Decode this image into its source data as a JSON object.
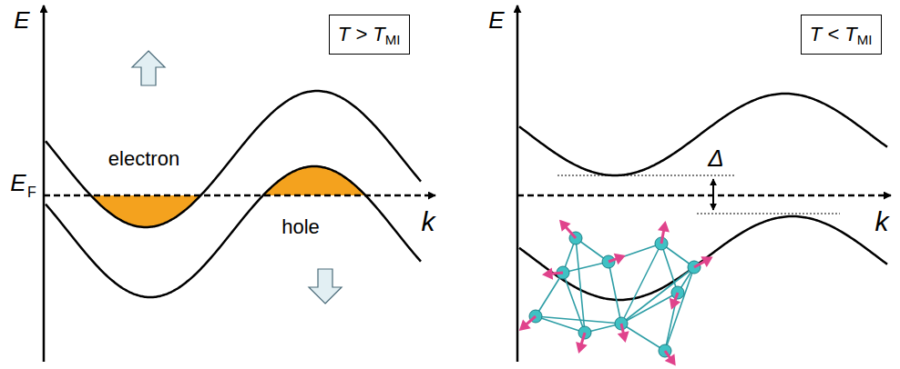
{
  "diagram": {
    "nodes": [
      {
        "text": [
          "T > T",
          "MI"
        ]
      },
      {
        "text": [
          "T < T",
          "MI"
        ]
      }
    ],
    "labels": [
      "E",
      "E",
      "F",
      "k",
      "E",
      "k",
      "electron",
      "hole",
      "Δ"
    ]
  }
}
